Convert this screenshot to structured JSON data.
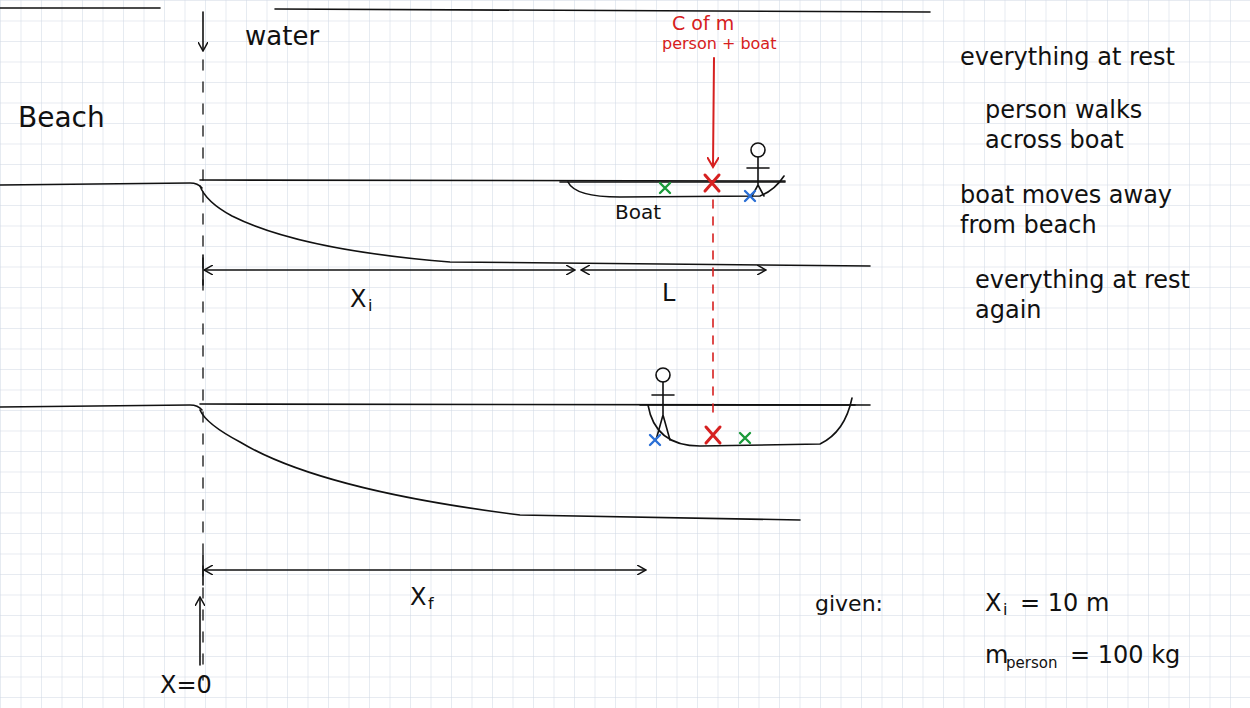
{
  "diagram": {
    "labels": [
      "Beach",
      "water",
      "C of m",
      "person + boat",
      "everything at rest",
      "person walks across boat",
      "boat moves away from beach",
      "everything at rest again",
      "Boat",
      "X",
      "i",
      "L",
      "X",
      "f",
      "X=0",
      "given:",
      "X",
      "i",
      "= 10 m",
      "m",
      "person",
      "= 100 kg"
    ]
  }
}
